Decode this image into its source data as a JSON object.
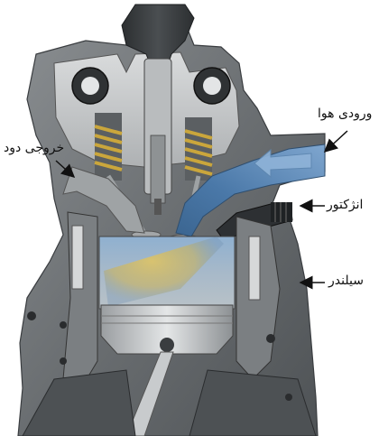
{
  "labels": {
    "air_intake": "ورودی هوا",
    "exhaust_outlet": "خروجی دود",
    "injector": "انژکتور",
    "cylinder": "سیلندر"
  },
  "colors": {
    "background": "#ffffff",
    "engine_body": "#6f7376",
    "engine_dark": "#3a3d40",
    "cut_surface": "#c9cccd",
    "intake_flow": "#4f7fb0",
    "fuel_spray": "#d8b640",
    "spring": "#c9a53c",
    "arrow": "#111111"
  },
  "icons": [
    "arrow-icon"
  ]
}
